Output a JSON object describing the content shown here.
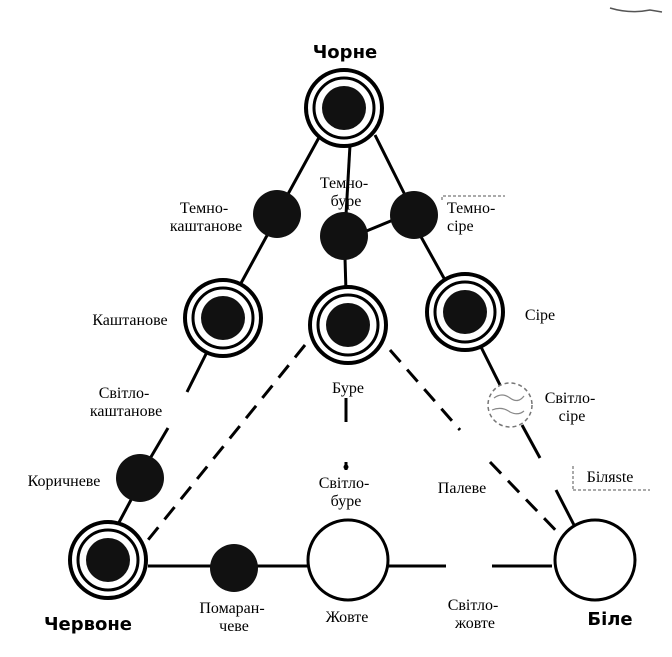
{
  "diagram": {
    "title": "",
    "nodes": {
      "black": {
        "label": "Чорне"
      },
      "dark_chestnut": {
        "label_lines": [
          "Темно-",
          "каштанове"
        ]
      },
      "dark_brown": {
        "label_lines": [
          "Темно-",
          "буре"
        ]
      },
      "dark_grey": {
        "label_lines": [
          "Темно-",
          "сіре"
        ]
      },
      "chestnut": {
        "label": "Каштанове"
      },
      "brown": {
        "label": "Буре"
      },
      "grey": {
        "label": "Сіре"
      },
      "light_chestnut": {
        "label_lines": [
          "Світло-",
          "каштанове"
        ]
      },
      "light_grey": {
        "label_lines": [
          "Світло-",
          "сіре"
        ]
      },
      "light_brown": {
        "label_lines": [
          "Світло-",
          "буре"
        ]
      },
      "fawn": {
        "label": "Палеве"
      },
      "whitish": {
        "label": "Біляste"
      },
      "dark_red_brown": {
        "label": "Коричневе"
      },
      "red": {
        "label": "Червоне"
      },
      "orange": {
        "label_lines": [
          "Помаран-",
          "чеве"
        ]
      },
      "yellow": {
        "label": "Жовте"
      },
      "light_yellow": {
        "label_lines": [
          "Світло-",
          "жовте"
        ]
      },
      "white": {
        "label": "Біле"
      }
    }
  }
}
